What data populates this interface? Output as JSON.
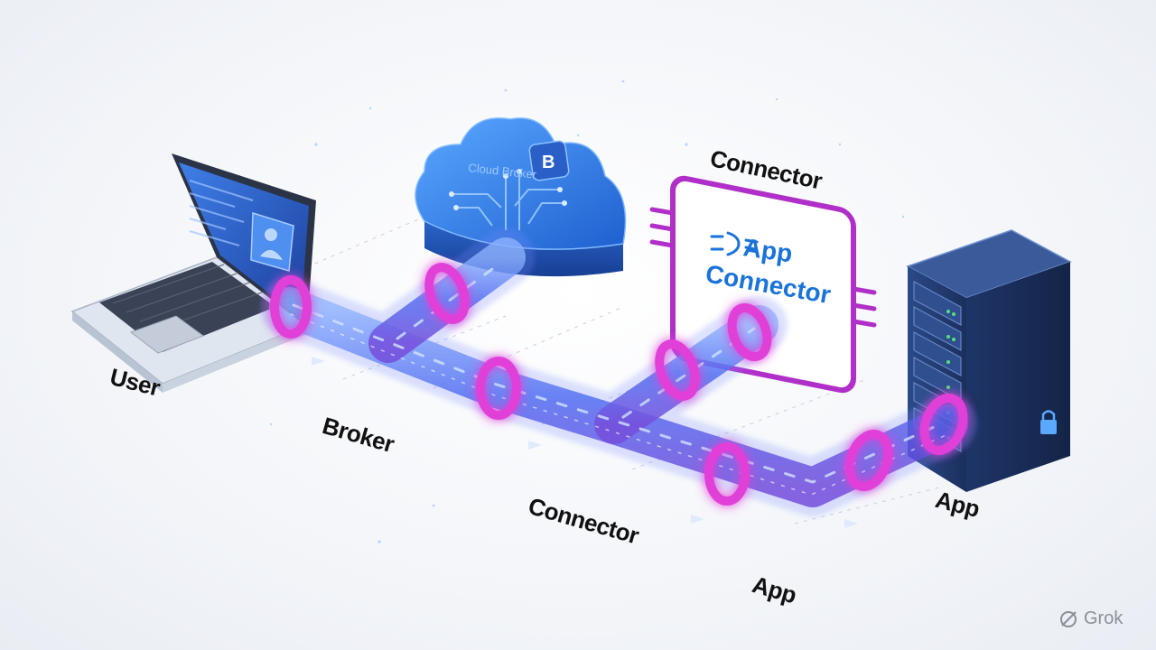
{
  "labels": {
    "user": "User",
    "broker": "Broker",
    "connector_bottom": "Connector",
    "app_bottom": "App",
    "connector_top": "Connector",
    "app_right": "App"
  },
  "cloud": {
    "title": "Cloud Broker",
    "badge": "B"
  },
  "app_connector": {
    "line1": "App",
    "line2": "Connector",
    "icon": "plug-icon"
  },
  "icons": {
    "user_device": "laptop-icon",
    "app_device": "server-rack-icon",
    "server_lock": "lock-icon",
    "profile": "user-profile-icon"
  },
  "watermark": {
    "text": "Grok",
    "icon": "grok-logo-icon"
  },
  "colors": {
    "pipe_blue": "#4f6cf0",
    "ring_magenta": "#e040d8",
    "cloud_blue": "#2f74e0",
    "connector_purple": "#b12fc9",
    "server_navy": "#1f3566",
    "text_dark": "#111111",
    "connector_text_blue": "#1a73d9"
  }
}
